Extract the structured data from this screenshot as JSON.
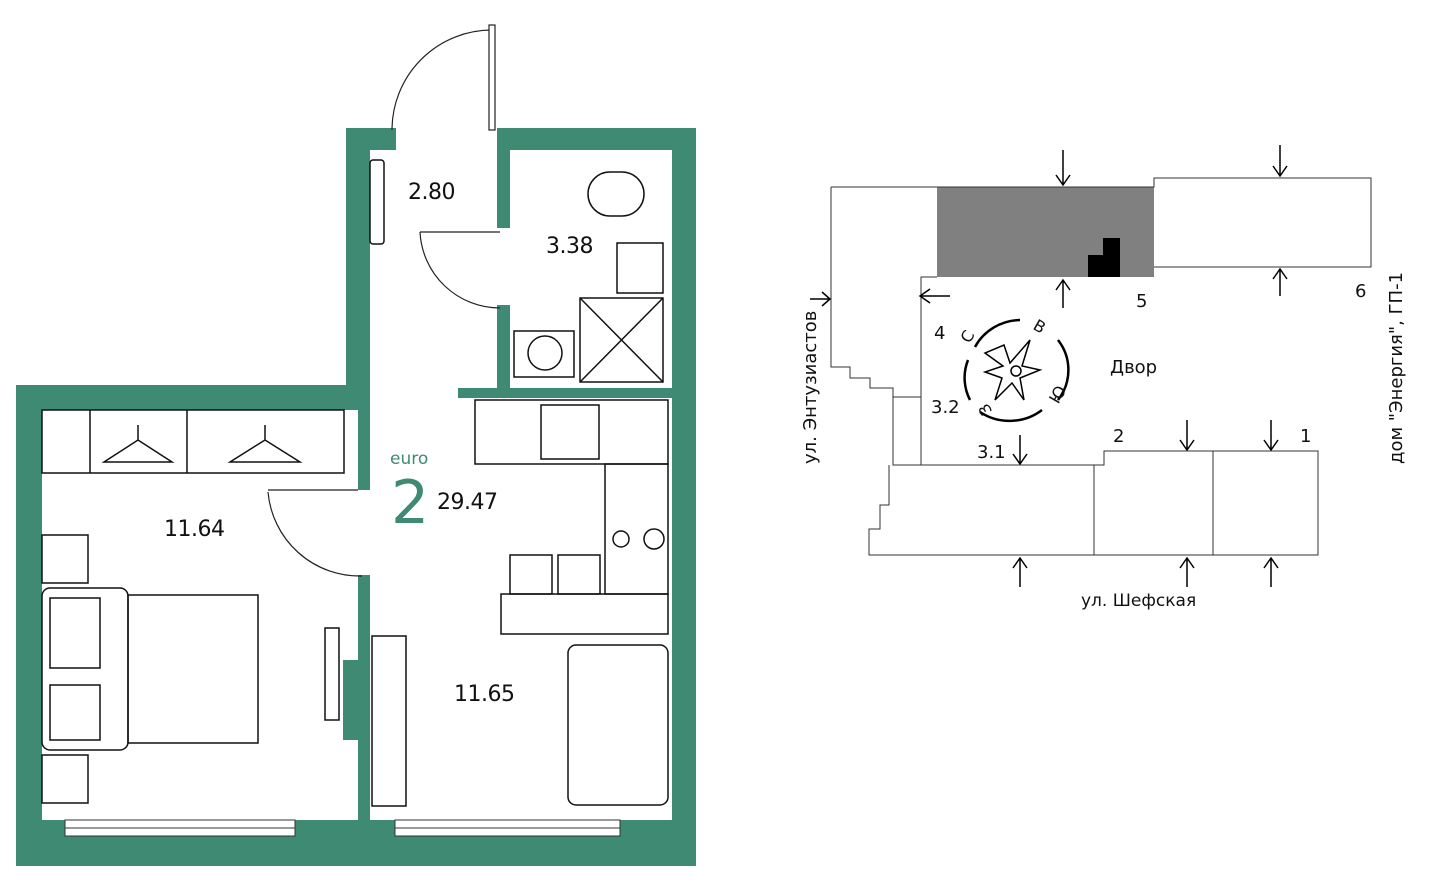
{
  "colors": {
    "wall": "#3f8a73",
    "accent": "#3f8a73",
    "highlight_block": "#808080"
  },
  "apartment": {
    "type_label": "euro",
    "rooms": "2",
    "total_area": "29.47",
    "rooms_areas": {
      "hall": "2.80",
      "bathroom": "3.38",
      "bedroom": "11.64",
      "living_kitchen": "11.65"
    }
  },
  "site_plan": {
    "courtyard": "Двор",
    "street_bottom": "ул. Шефская",
    "street_left": "ул. Энтузиастов",
    "neighbor_right": "дом \"Энергия\", ГП-1",
    "sections": [
      "1",
      "2",
      "3.1",
      "3.2",
      "4",
      "5",
      "6"
    ],
    "compass": {
      "north": "С",
      "east": "В",
      "south": "Ю",
      "west": "З"
    }
  }
}
